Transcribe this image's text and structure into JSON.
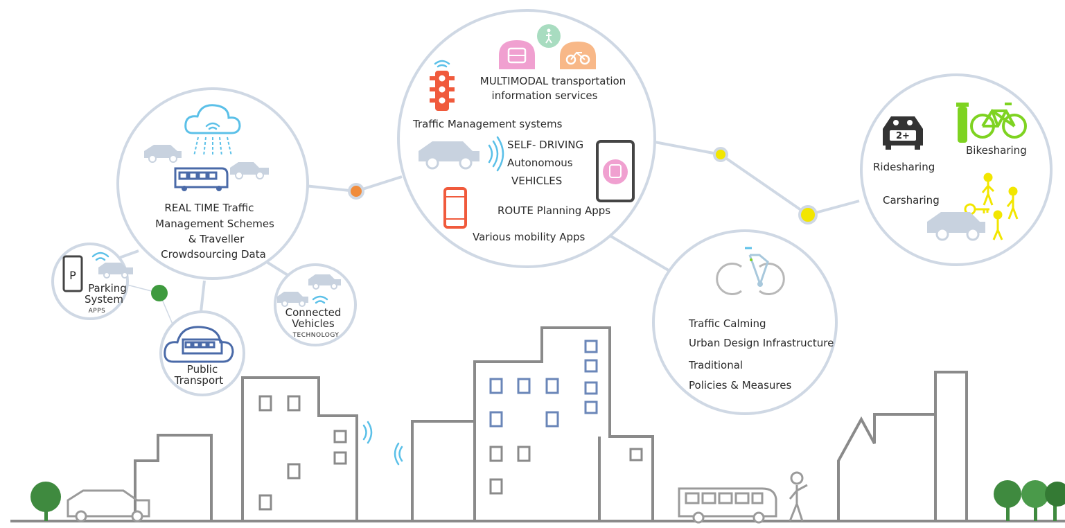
{
  "colors": {
    "bubble_stroke": "#cfd8e4",
    "building": "#8a8a8a",
    "window_blue": "#6a86b8",
    "node_orange": "#f08c3c",
    "node_yellow": "#f2e600",
    "node_green": "#3e9a3e",
    "tree_green": "#3f8a3f",
    "accent_red": "#f05a3c",
    "bike_green": "#7ed321",
    "accent_pink": "#f0a0d0"
  },
  "icons": [
    "cloud-icon",
    "car-icon",
    "bus-icon",
    "phone-icon",
    "traffic-light-icon",
    "bicycle-icon",
    "pedestrian-icon",
    "wifi-icon",
    "tree-icon",
    "key-icon"
  ],
  "realtime": {
    "line1": "REAL TIME Traffic",
    "line2": "Management Schemes",
    "line3": "& Traveller",
    "line4": "Crowdsourcing Data"
  },
  "parking": {
    "p_letter": "P",
    "line1": "Parking",
    "line2": "System",
    "line3": "APPS"
  },
  "public_transport": {
    "line1": "Public",
    "line2": "Transport"
  },
  "connected": {
    "line1": "Connected",
    "line2": "Vehicles",
    "line3": "TECHNOLOGY"
  },
  "multimodal": {
    "line1": "MULTIMODAL transportation",
    "line2": "information services",
    "traffic_mgmt": "Traffic Management systems",
    "self1": "SELF- DRIVING",
    "self2": "Autonomous",
    "self3": "VEHICLES",
    "route": "ROUTE Planning Apps",
    "various": "Various mobility Apps"
  },
  "sharing": {
    "badge": "2+",
    "bike": "Bikesharing",
    "ride": "Ridesharing",
    "car": "Carsharing"
  },
  "traditional": {
    "line1": "Traffic Calming",
    "line2": "Urban Design Infrastructure",
    "line3": "Traditional",
    "line4": "Policies & Measures"
  }
}
